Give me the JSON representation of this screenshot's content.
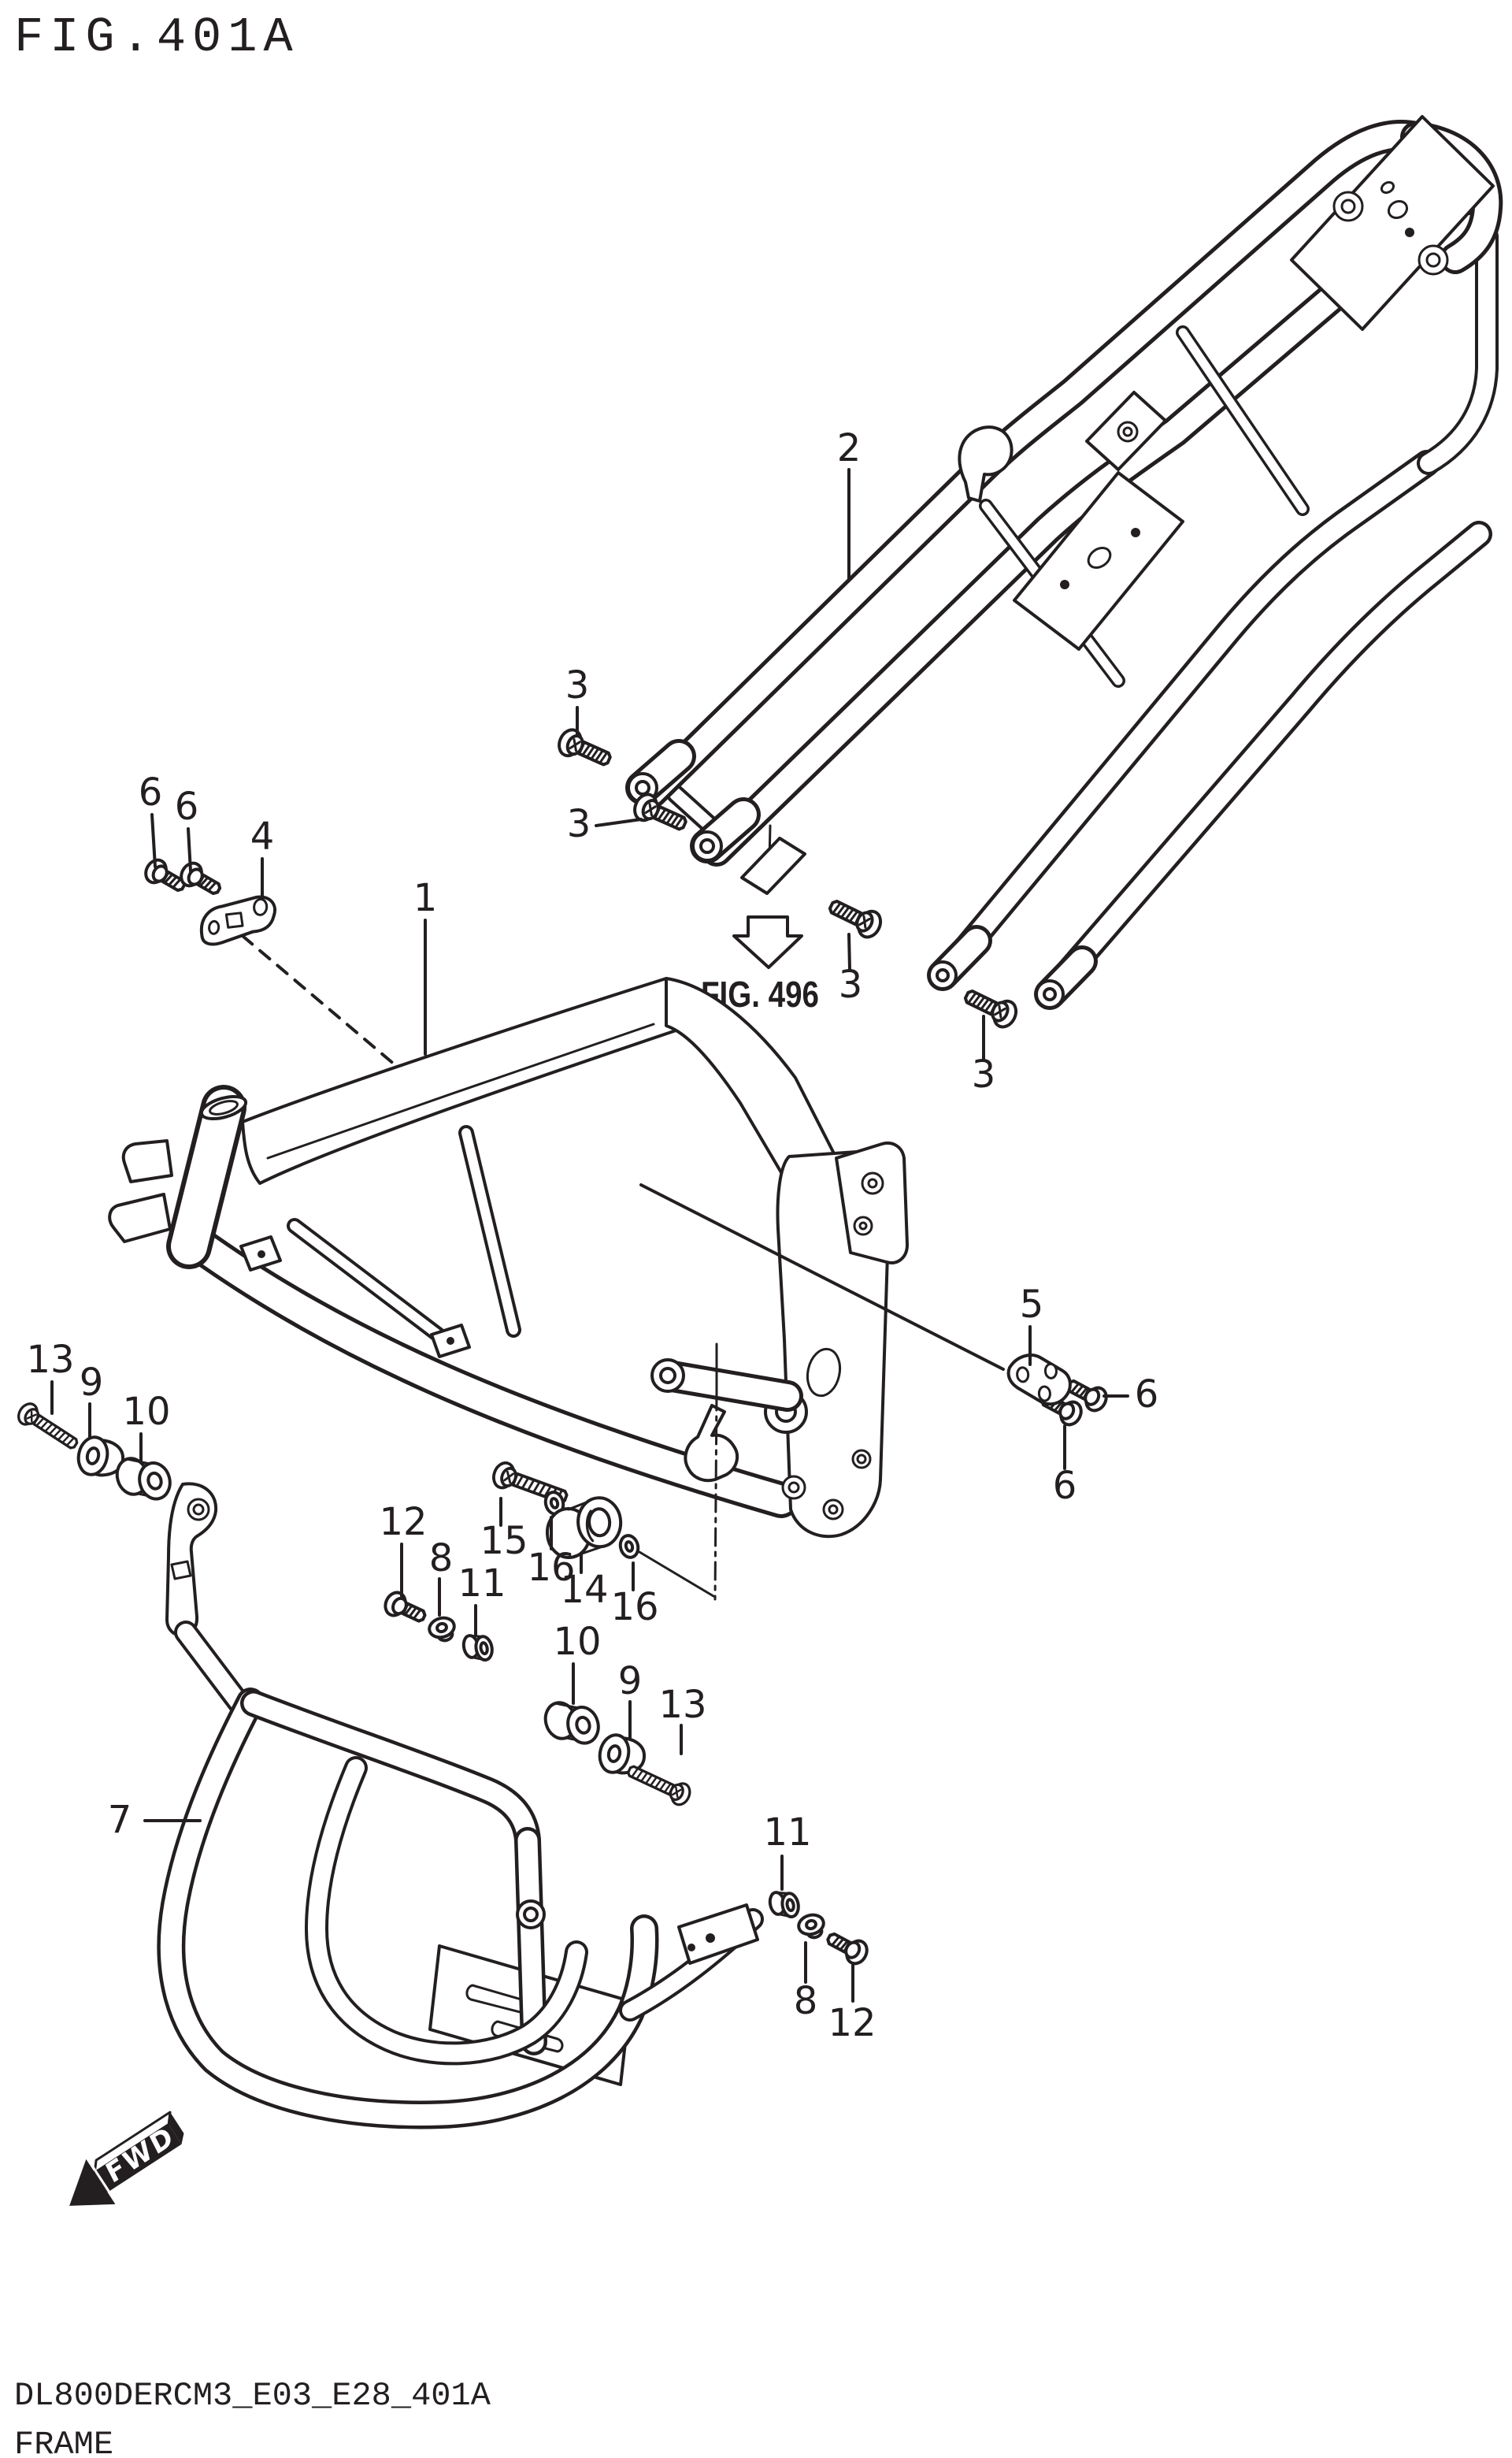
{
  "title": "FIG.401A",
  "figure_ref": "FIG. 496",
  "fwd_label": "FWD",
  "footer": {
    "code": "DL800DERCM3_E03_E28_401A",
    "name": "FRAME"
  },
  "colors": {
    "line": "#231f20",
    "background": "#ffffff"
  },
  "callouts": [
    {
      "part": "2"
    },
    {
      "part": "3"
    },
    {
      "part": "3"
    },
    {
      "part": "3"
    },
    {
      "part": "3"
    },
    {
      "part": "6"
    },
    {
      "part": "6"
    },
    {
      "part": "4"
    },
    {
      "part": "1"
    },
    {
      "part": "5"
    },
    {
      "part": "6"
    },
    {
      "part": "6"
    },
    {
      "part": "13"
    },
    {
      "part": "9"
    },
    {
      "part": "10"
    },
    {
      "part": "12"
    },
    {
      "part": "8"
    },
    {
      "part": "11"
    },
    {
      "part": "15"
    },
    {
      "part": "16"
    },
    {
      "part": "14"
    },
    {
      "part": "16"
    },
    {
      "part": "10"
    },
    {
      "part": "9"
    },
    {
      "part": "13"
    },
    {
      "part": "7"
    },
    {
      "part": "11"
    },
    {
      "part": "8"
    },
    {
      "part": "12"
    }
  ]
}
